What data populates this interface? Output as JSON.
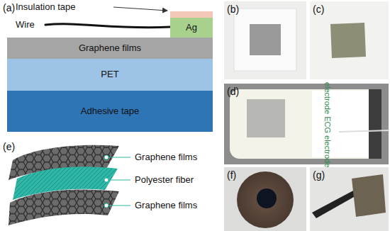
{
  "diagram": {
    "nodes": [
      {
        "text": [
          "Ag"
        ]
      },
      {
        "text": [
          "Graphene films"
        ]
      },
      {
        "text": [
          "PET"
        ]
      },
      {
        "text": [
          "Adhesive tape"
        ]
      }
    ],
    "labels": [
      "(a)",
      "Insulation tape",
      "Wire",
      "(b)",
      "(c)",
      "(d)",
      "electrode ECG electrode",
      "(e)",
      "Graphene films",
      "Polyester fiber",
      "Graphene films",
      "(f)",
      "(g)"
    ]
  }
}
